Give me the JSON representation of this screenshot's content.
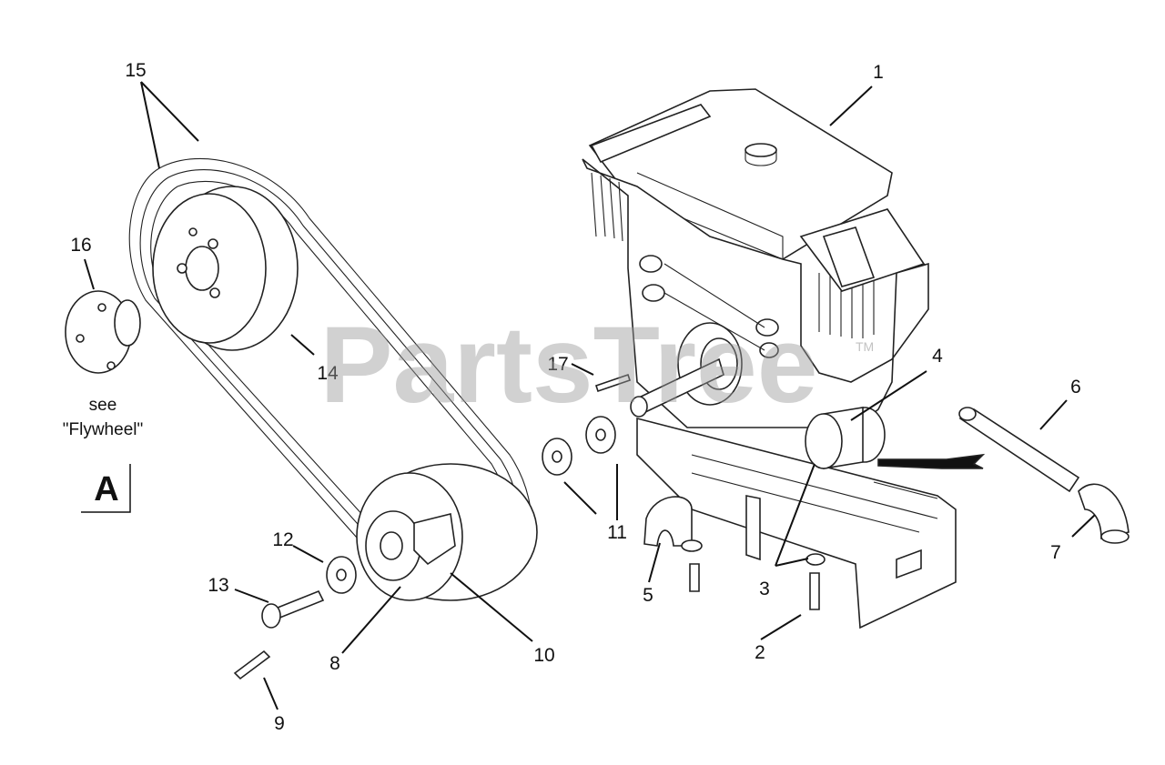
{
  "diagram": {
    "watermark": "PartsTree",
    "watermark_mark": "TM",
    "view_label": "A",
    "note_lines": [
      "see",
      "\"Flywheel\""
    ],
    "callouts": [
      "1",
      "2",
      "3",
      "4",
      "5",
      "6",
      "7",
      "8",
      "9",
      "10",
      "11",
      "12",
      "13",
      "14",
      "15",
      "16",
      "17"
    ]
  }
}
